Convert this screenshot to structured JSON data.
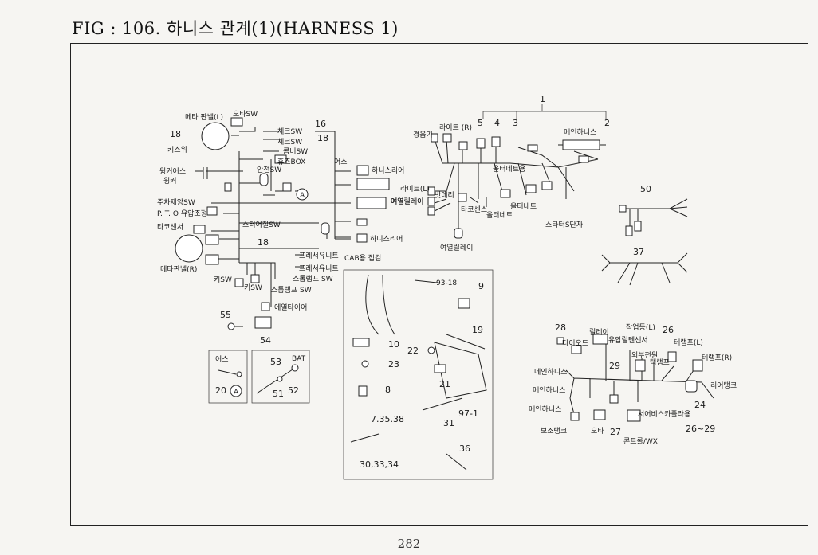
{
  "title": "FIG : 106. 하니스 관계(1)(HARNESS 1)",
  "page_number": "282",
  "left_harness": {
    "labels": {
      "meter_panel_l": "메타 판넬(L)",
      "oil_sw": "오타SW",
      "n18a": "18",
      "key_switch": "키스위",
      "check_sw1": "체크SW",
      "check_sw2": "체크SW",
      "spare_sw": "콤비SW",
      "fuse_box": "휴즈BOX",
      "safety_sw": "안전SW",
      "n16": "16",
      "n18b": "18",
      "winker_ass": "윙커어스",
      "winker": "윙커",
      "parking_sw": "주차제앙SW",
      "pto": "P. T. O 유압조정",
      "tacho_sensor": "타코센서",
      "starter_sw": "스터어질SW",
      "n18c": "18",
      "meter_panel_r": "메타판넬(R)",
      "key_sw1": "키SW",
      "key_sw2": "키SW",
      "fresh_unit1": "프레서유니트",
      "fresh_unit2": "프레서유니트",
      "stop_lamp_sw1": "스톱램프 SW",
      "stop_lamp_sw2": "스톱램프 SW",
      "air_ass": "어스",
      "harness_rear1": "하니스리어",
      "ether_relay": "에열릴레이",
      "harness_rear2": "하니스리어",
      "cab_point": "CAB용 접검",
      "circle_a": "A",
      "heat_timer": "에열타이어",
      "n55": "55",
      "n54": "54"
    }
  },
  "inset_a": {
    "earth": "어스",
    "n20": "20",
    "circle": "A"
  },
  "inset_bat": {
    "n53": "53",
    "bat": "BAT",
    "n51": "51",
    "n52": "52"
  },
  "center_harness": {
    "labels": {
      "n1": "1",
      "n5": "5",
      "n4": "4",
      "n3": "3",
      "n2": "2",
      "horn": "경음기",
      "light_r": "라이트 (R)",
      "main_harness": "메인하니스",
      "oil_tank": "올터네트용",
      "light_l": "라이트(L)",
      "battery": "밧데리",
      "ether_relay": "여열릴레이",
      "tacho_sense": "타코센스",
      "oil_unit": "올터네트",
      "alternator": "올터네트",
      "starter_s": "스타터S단자",
      "ether_relay2": "여열릴레이"
    }
  },
  "parts_inset": {
    "labels": {
      "p93_18": "93-18",
      "p9": "9",
      "p19": "19",
      "p10": "10",
      "p22": "22",
      "p23": "23",
      "p21": "21",
      "p8": "8",
      "p97_1": "97-1",
      "p7_35_38": "7.35.38",
      "p31": "31",
      "p36": "36",
      "p30_33_34": "30,33,34"
    }
  },
  "right_top": {
    "n50": "50",
    "n37": "37"
  },
  "right_harness": {
    "labels": {
      "n28": "28",
      "relay": "릴레이",
      "work_lamp_l": "작업등(L)",
      "n26": "26",
      "diode": "다이오드",
      "oil_press_sensor": "유압릴텐센서",
      "tail_lamp_l": "테램프(L)",
      "ext_power": "외부전원",
      "tail_lamp": "택램프",
      "tail_lamp_r": "테램프(R)",
      "n29": "29",
      "main_harness1": "메인하니스",
      "main_harness2": "메인하니스",
      "rear_tank": "리어탱크",
      "n24": "24",
      "main_harness3": "메인하니스",
      "service_bracket": "서어비스카플라용",
      "sub_tank": "보조탱크",
      "motor": "오타",
      "n27": "27",
      "n26_29": "26~29",
      "control_wx": "콘트롤/WX"
    }
  }
}
